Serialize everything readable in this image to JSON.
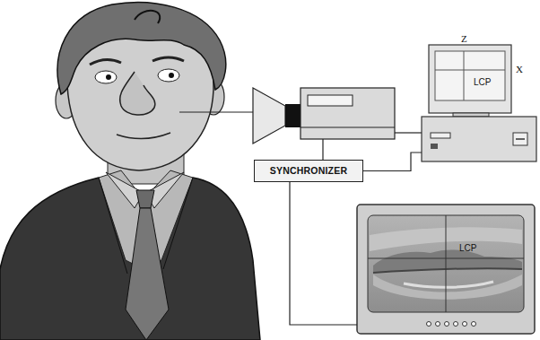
{
  "diagram": {
    "nodes": [
      {
        "text": [
          "LCP"
        ]
      },
      {
        "text": [
          "SYNCHRONIZER"
        ]
      },
      {
        "text": [
          "LCP"
        ]
      }
    ],
    "edges": [
      {
        "from": 1,
        "to": 0,
        "arrow": "none"
      },
      {
        "from": 1,
        "to": 2,
        "arrow": "none"
      }
    ],
    "labels": [
      "Z",
      "X"
    ]
  }
}
